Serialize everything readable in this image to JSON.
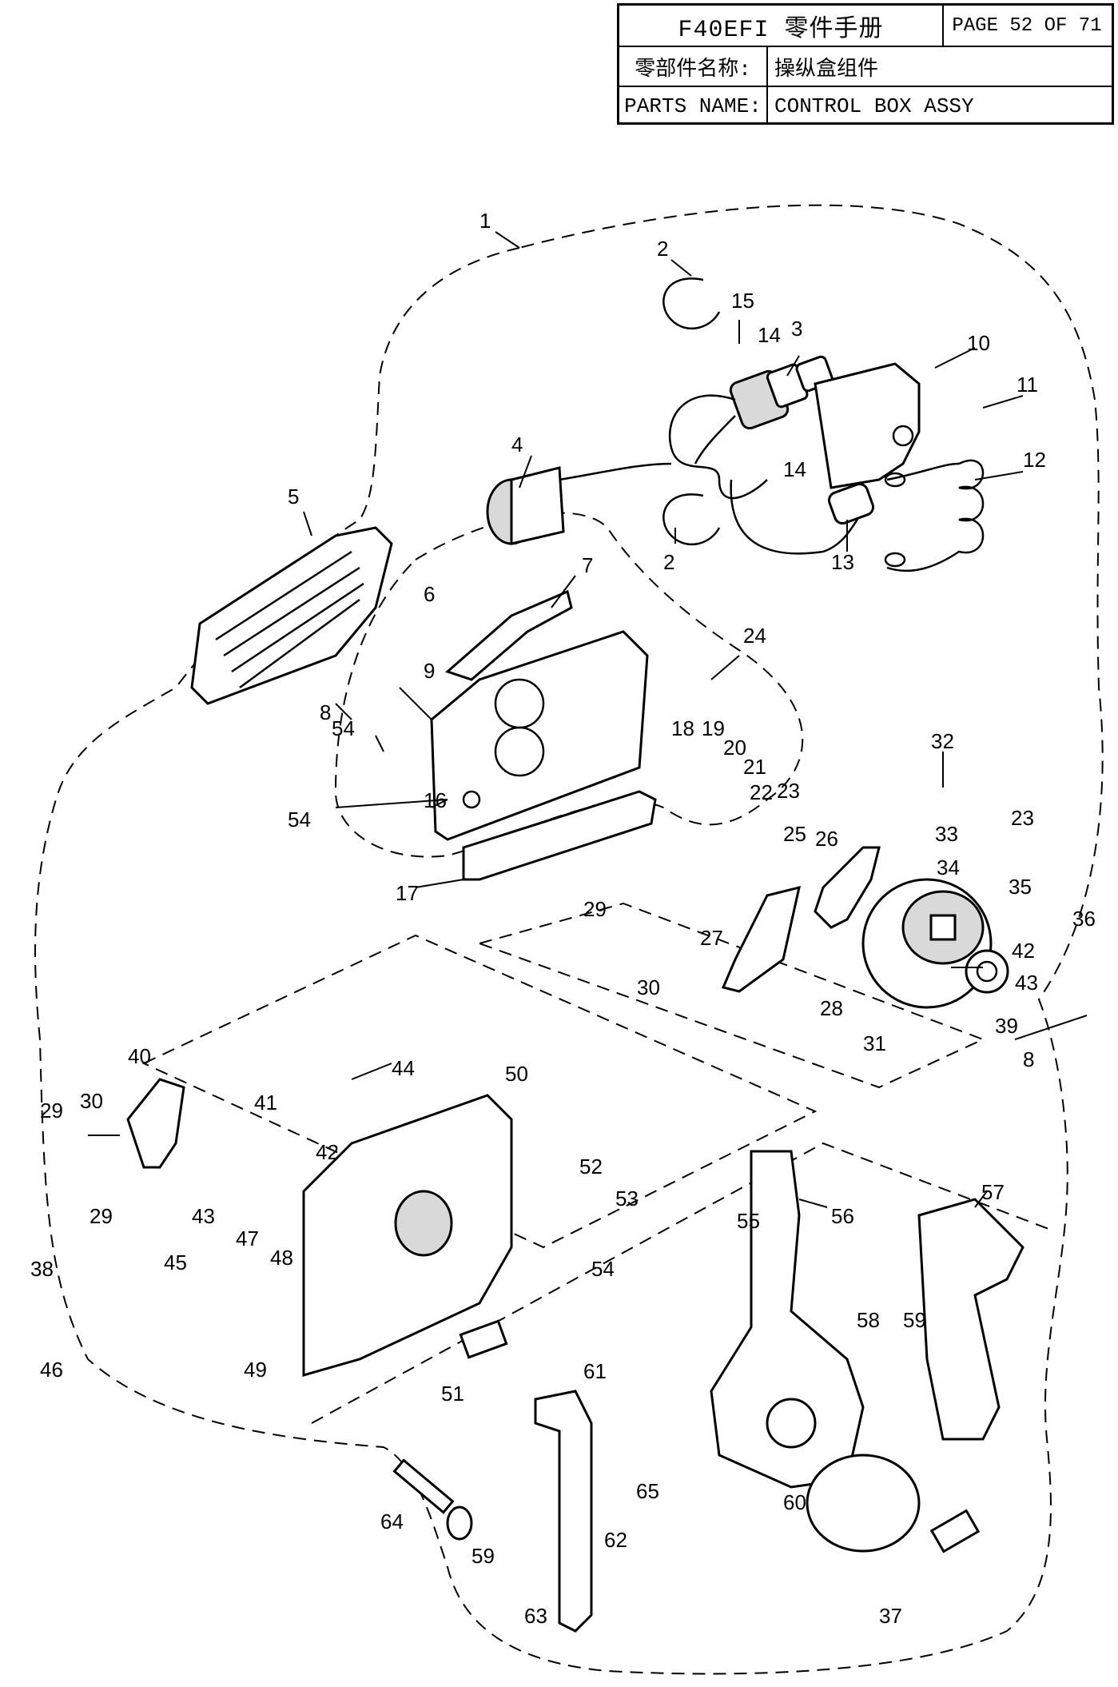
{
  "header": {
    "title": "F40EFI 零件手册",
    "page": "PAGE 52 OF 71",
    "cn_label": "零部件名称:",
    "cn_value": "操纵盒组件",
    "en_label": "PARTS NAME:",
    "en_value": "CONTROL BOX ASSY"
  },
  "callouts": [
    "1",
    "2",
    "15",
    "14",
    "3",
    "10",
    "11",
    "4",
    "14",
    "12",
    "13",
    "2",
    "5",
    "7",
    "6",
    "24",
    "9",
    "8",
    "54",
    "18",
    "19",
    "20",
    "21",
    "22",
    "23",
    "32",
    "54",
    "16",
    "25",
    "26",
    "23",
    "33",
    "17",
    "34",
    "35",
    "36",
    "29",
    "27",
    "42",
    "43",
    "28",
    "30",
    "39",
    "31",
    "8",
    "40",
    "44",
    "50",
    "29",
    "30",
    "41",
    "42",
    "52",
    "53",
    "56",
    "57",
    "55",
    "29",
    "43",
    "47",
    "48",
    "45",
    "54",
    "38",
    "58",
    "59",
    "46",
    "49",
    "51",
    "61",
    "65",
    "60",
    "64",
    "59",
    "62",
    "37",
    "63"
  ]
}
